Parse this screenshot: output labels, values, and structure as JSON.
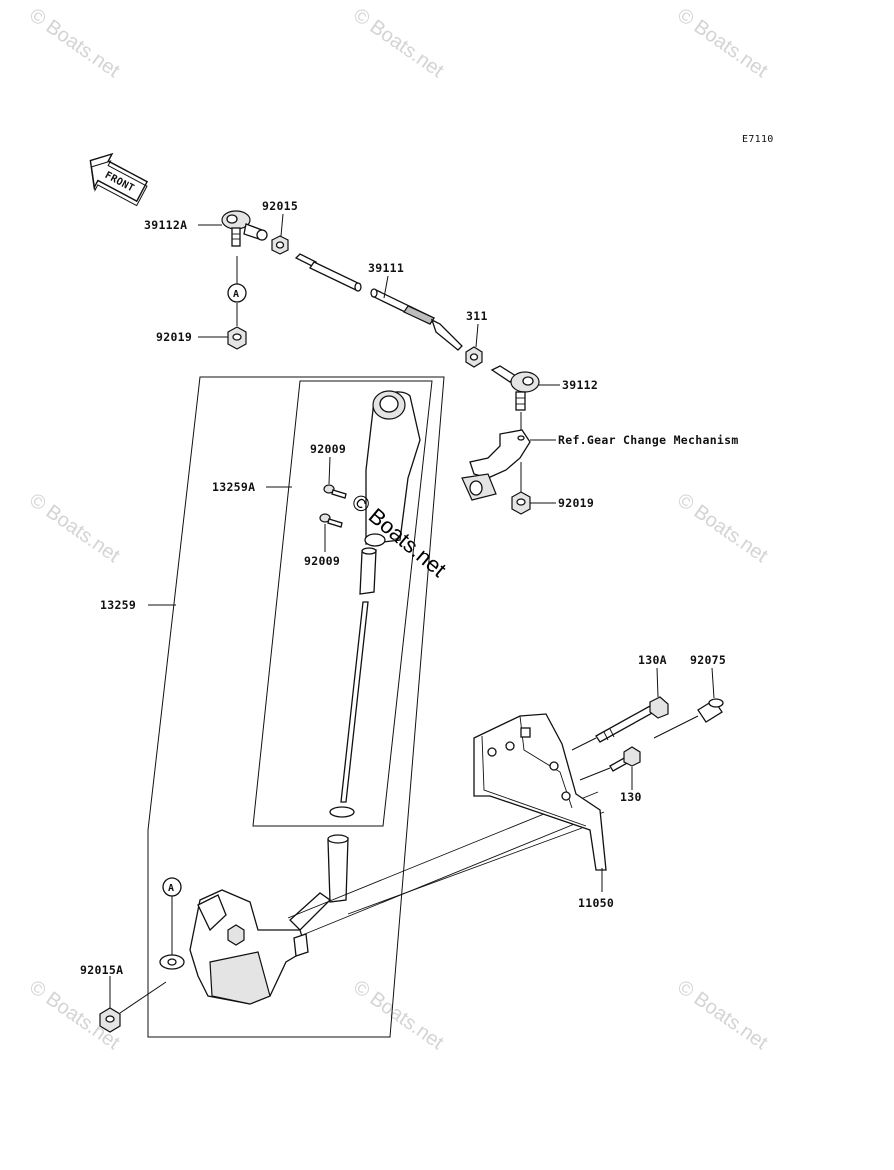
{
  "diagram": {
    "code": "E7110",
    "front_label": "FRONT",
    "ref_note": "Ref.Gear Change Mechanism",
    "watermark_main": "© Boats.net",
    "watermark_tile": "© Boats.net",
    "parts": {
      "p39112A": "39112A",
      "p92015": "92015",
      "p92019_top": "92019",
      "p39111": "39111",
      "p311": "311",
      "p39112": "39112",
      "p92019_right": "92019",
      "p92009_a": "92009",
      "p92009_b": "92009",
      "p13259A": "13259A",
      "p13259": "13259",
      "p130A": "130A",
      "p92075": "92075",
      "p130": "130",
      "p11050": "11050",
      "p92015A": "92015A"
    },
    "callout_a": "A"
  }
}
